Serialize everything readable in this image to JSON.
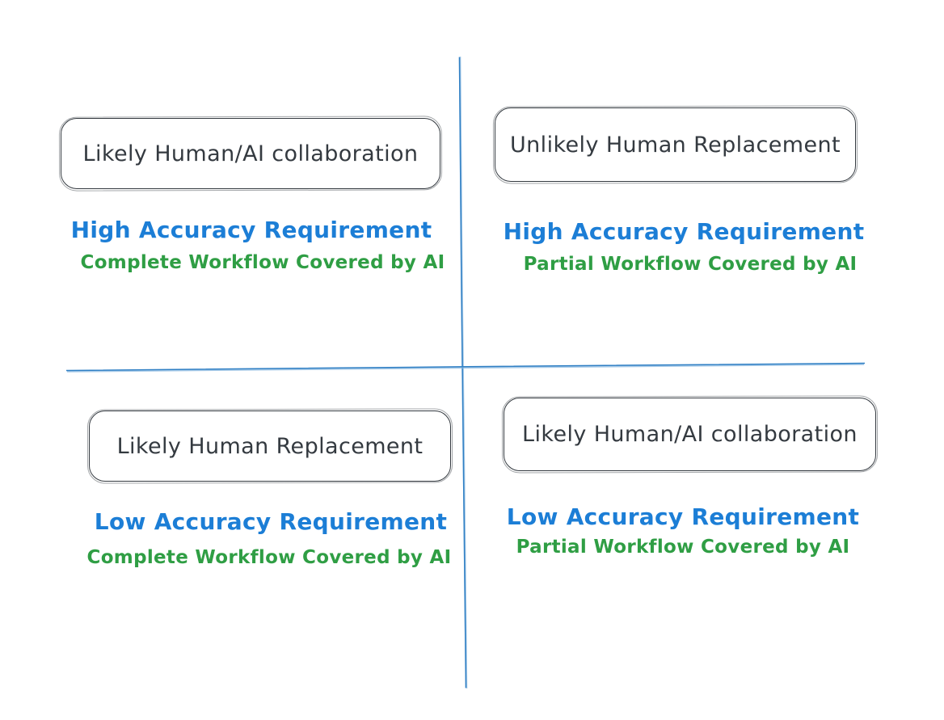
{
  "diagram": {
    "type": "quadrant-matrix",
    "x_axis_meaning_implied": "Workflow coverage by AI (Complete vs Partial)",
    "y_axis_meaning_implied": "Accuracy requirement (High vs Low)"
  },
  "colors": {
    "background": "#ffffff",
    "box_border": "#343a40",
    "box_text": "#343a40",
    "accuracy_text": "#1c7ed6",
    "workflow_text": "#2f9e44",
    "axis_line": "#2f7fc4"
  },
  "quadrants": [
    {
      "position": "top-left",
      "box_label": "Likely Human/AI collaboration",
      "accuracy": "High Accuracy Requirement",
      "workflow": "Complete Workflow Covered by AI"
    },
    {
      "position": "top-right",
      "box_label": "Unlikely Human Replacement",
      "accuracy": "High Accuracy Requirement",
      "workflow": "Partial Workflow Covered by AI"
    },
    {
      "position": "bottom-left",
      "box_label": "Likely Human Replacement",
      "accuracy": "Low Accuracy Requirement",
      "workflow": "Complete Workflow Covered by AI"
    },
    {
      "position": "bottom-right",
      "box_label": "Likely Human/AI collaboration",
      "accuracy": "Low Accuracy Requirement",
      "workflow": "Partial Workflow Covered by AI"
    }
  ]
}
